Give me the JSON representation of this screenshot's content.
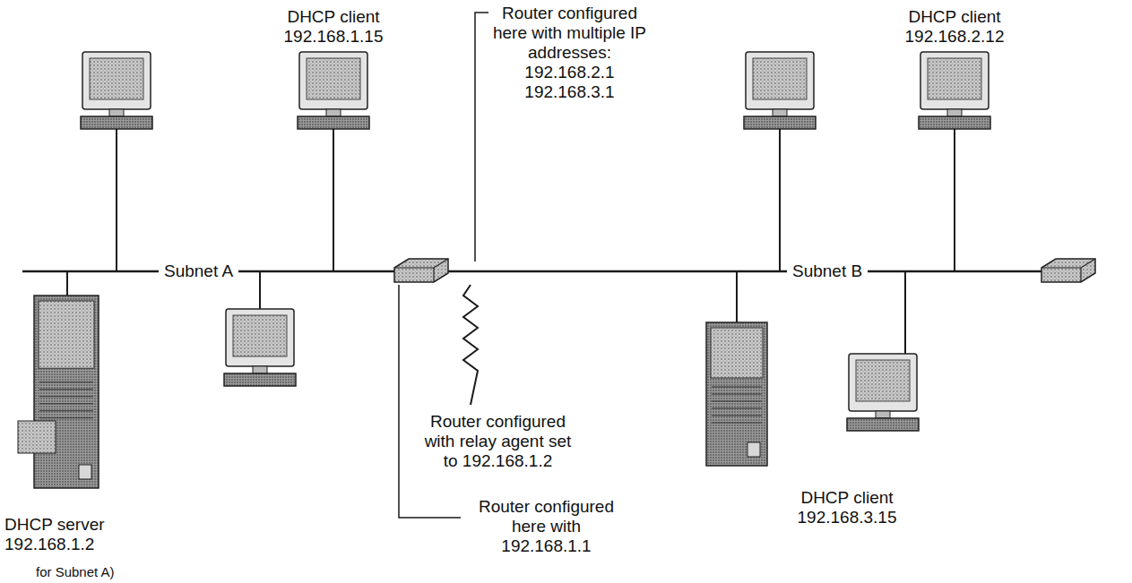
{
  "diagram": {
    "labels": [
      "DHCP client 192.168.1.15",
      "Router configured here with multiple IP addresses: 192.168.2.1 192.168.3.1",
      "DHCP client 192.168.2.12",
      "Subnet A",
      "Subnet B",
      "Router configured with relay agent set to 192.168.1.2",
      "Router configured here with 192.168.1.1",
      "DHCP server 192.168.1.2",
      "DHCP client 192.168.3.15",
      "for Subnet A)"
    ]
  }
}
